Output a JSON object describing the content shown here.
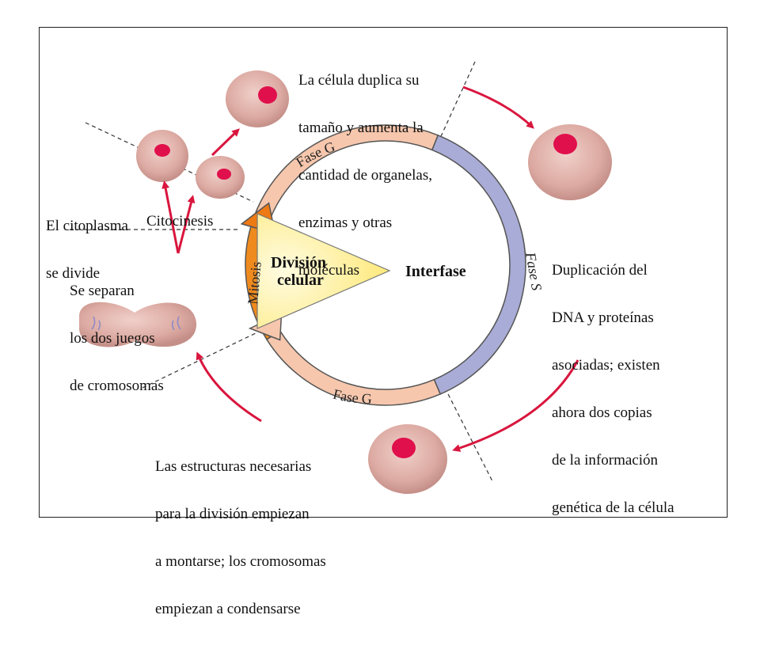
{
  "labels": {
    "cell_grows": [
      "La célula duplica su",
      "tamaño y aumenta la",
      "cantidad de organelas,",
      "enzimas y otras",
      "moléculas"
    ],
    "dna_dup": [
      "Duplicación del",
      "DNA y proteínas",
      "asociadas; existen",
      "ahora dos copias",
      "de la información",
      "genética de la célula"
    ],
    "structures": [
      "Las estructuras necesarias",
      "para la división empiezan",
      "a montarse; los cromosomas",
      "empiezan a condensarse"
    ],
    "chromosomes": [
      "Se separan",
      "los dos juegos",
      "de cromosomas"
    ],
    "cytoplasm": [
      "El citoplasma",
      "se divide"
    ],
    "citocinesis": "Citocinesis"
  },
  "phases": {
    "g1": "Fase G",
    "s": "Fase S",
    "g2": "Fase G",
    "mitosis": "Mitosis",
    "division": [
      "División",
      "celular"
    ],
    "interfase": "Interfase"
  },
  "colors": {
    "g_phase": "#f6c7ad",
    "s_phase": "#a9acd6",
    "mitosis": "#ef8a1e",
    "cytokinesis": "#ee7a14",
    "division_triangle": "#fff3a0",
    "cell": "#e2b3ab",
    "nucleus": "#e0104c",
    "arrow": "#d9163e"
  }
}
